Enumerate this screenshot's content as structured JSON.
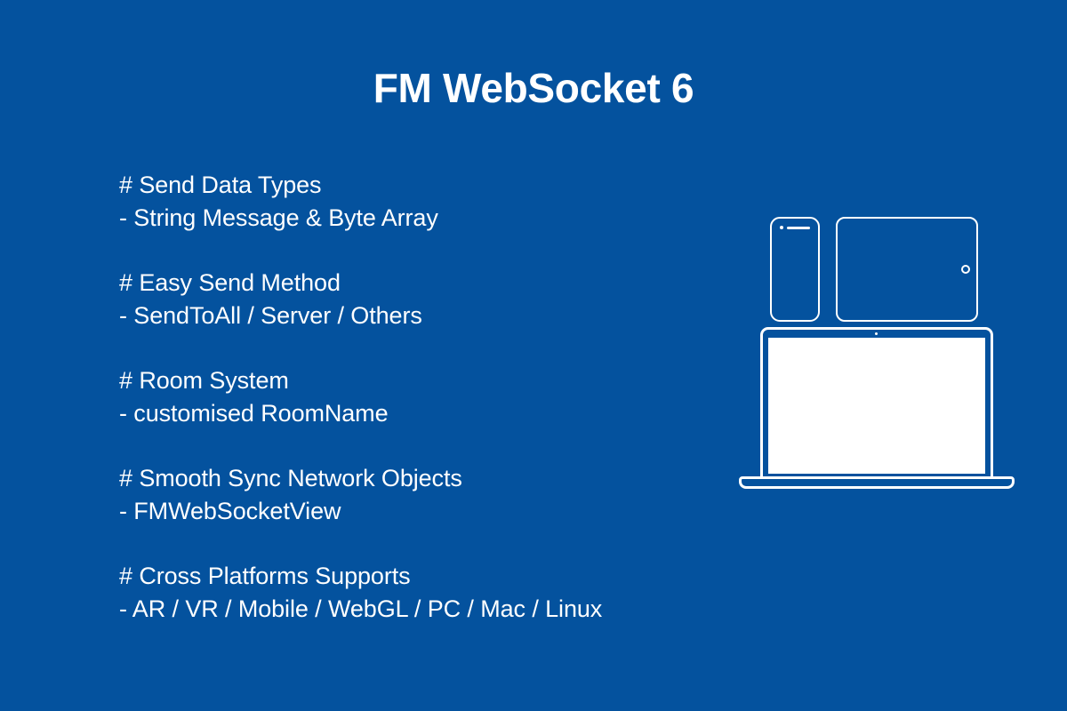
{
  "theme": {
    "background_color": "#04529e",
    "text_color": "#ffffff"
  },
  "title": "FM WebSocket 6",
  "features": [
    {
      "heading": "# Send Data Types",
      "detail": "- String Message & Byte Array"
    },
    {
      "heading": "# Easy Send Method",
      "detail": "- SendToAll / Server / Others"
    },
    {
      "heading": "# Room System",
      "detail": "- customised RoomName"
    },
    {
      "heading": "# Smooth Sync Network Objects",
      "detail": "- FMWebSocketView"
    },
    {
      "heading": "# Cross Platforms Supports",
      "detail": "- AR / VR / Mobile / WebGL / PC / Mac / Linux"
    }
  ],
  "devices": {
    "phone": "phone-outline",
    "tablet": "tablet-outline",
    "laptop": "laptop-outline"
  }
}
